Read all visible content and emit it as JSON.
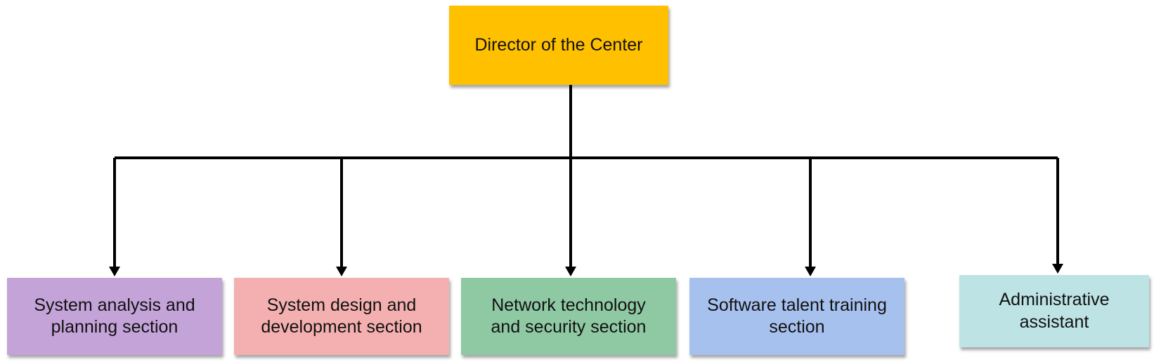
{
  "diagram": {
    "root": {
      "label": "Director of the Center",
      "color": "#FFC000"
    },
    "children": [
      {
        "label": "System analysis and\nplanning section",
        "color": "#C4A3D8"
      },
      {
        "label": "System design and\ndevelopment section",
        "color": "#F4B0B0"
      },
      {
        "label": "Network technology\nand security section",
        "color": "#8FC9A4"
      },
      {
        "label": "Software talent training\nsection",
        "color": "#A6C1EE"
      },
      {
        "label": "Administrative\nassistant",
        "color": "#BDE3E5"
      }
    ],
    "connector_color": "#000000"
  }
}
